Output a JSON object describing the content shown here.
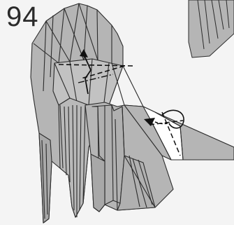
{
  "step": {
    "number": "94"
  },
  "colors": {
    "paper": "#b5b5b5",
    "paper_dark": "#9c9c9c",
    "paper_light": "#cdcdcd",
    "line": "#2b2b2b",
    "background": "#f4f4f4"
  },
  "icons": {
    "mountain_fold": "dash-dot-line",
    "valley_fold": "dashed-line",
    "rotate": "curved-arrow",
    "unfold": "zigzag-arrow"
  }
}
